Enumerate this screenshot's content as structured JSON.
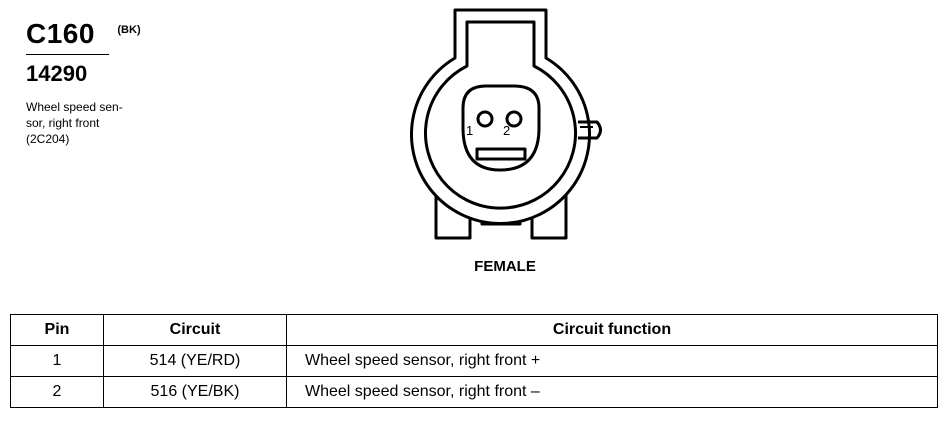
{
  "connector": {
    "id": "C160",
    "color_code": "(BK)",
    "part_number": "14290",
    "description_lines": [
      "Wheel speed sen-",
      "sor, right front",
      "(2C204)"
    ]
  },
  "diagram": {
    "pin_labels": [
      "1",
      "2"
    ],
    "gender": "FEMALE"
  },
  "table": {
    "headers": [
      "Pin",
      "Circuit",
      "Circuit function"
    ],
    "rows": [
      {
        "pin": "1",
        "circuit": "514 (YE/RD)",
        "function": "Wheel speed sensor, right front  +"
      },
      {
        "pin": "2",
        "circuit": "516 (YE/BK)",
        "function": "Wheel speed sensor, right front  –"
      }
    ]
  }
}
